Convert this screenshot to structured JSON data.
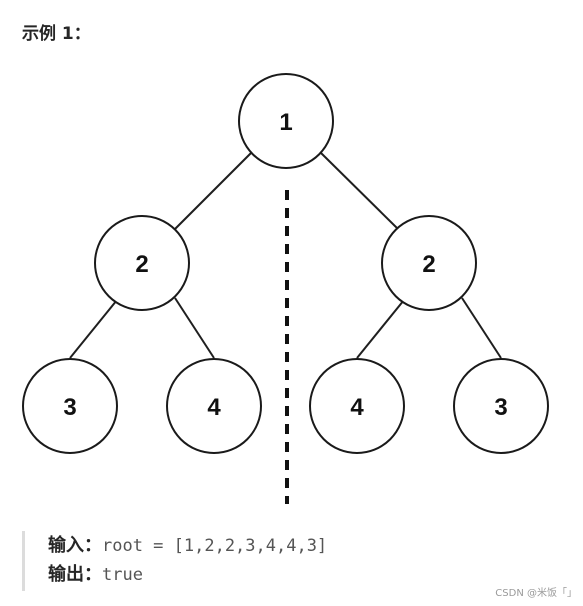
{
  "example": {
    "heading": "示例 1：",
    "input_label": "输入：",
    "input_value": "root = [1,2,2,3,4,4,3]",
    "output_label": "输出：",
    "output_value": "true"
  },
  "tree": {
    "nodes": [
      {
        "id": "root",
        "label": "1"
      },
      {
        "id": "left-child",
        "label": "2"
      },
      {
        "id": "right-child",
        "label": "2"
      },
      {
        "id": "left-left",
        "label": "3"
      },
      {
        "id": "left-right",
        "label": "4"
      },
      {
        "id": "right-left",
        "label": "4"
      },
      {
        "id": "right-right",
        "label": "3"
      }
    ],
    "edges": [
      {
        "from": "root",
        "to": "left-child"
      },
      {
        "from": "root",
        "to": "right-child"
      },
      {
        "from": "left-child",
        "to": "left-left"
      },
      {
        "from": "left-child",
        "to": "left-right"
      },
      {
        "from": "right-child",
        "to": "right-left"
      },
      {
        "from": "right-child",
        "to": "right-right"
      }
    ],
    "symmetry_axis": "dashed vertical line through root"
  },
  "watermark": "CSDN @米饭「」"
}
